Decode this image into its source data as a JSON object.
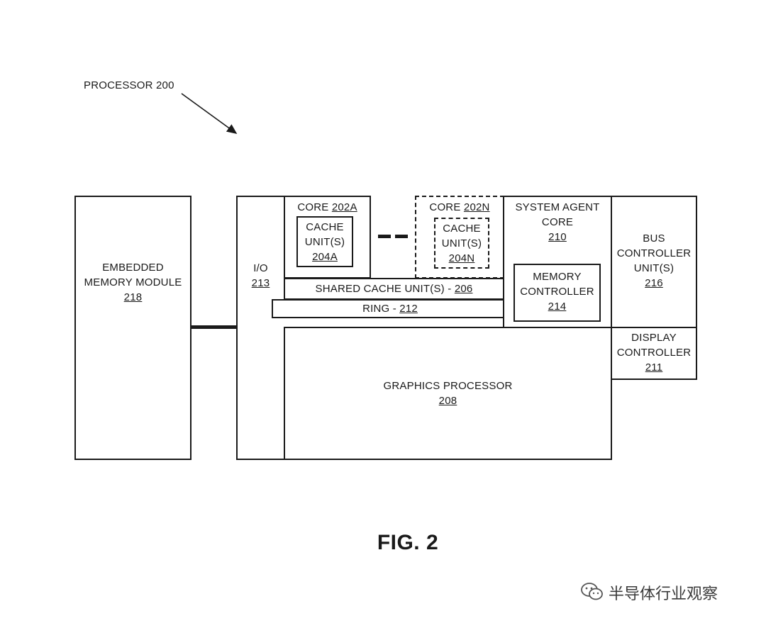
{
  "processor_label": "PROCESSOR 200",
  "embedded_memory": {
    "name_line1": "EMBEDDED",
    "name_line2": "MEMORY MODULE",
    "ref": "218"
  },
  "io": {
    "name": "I/O",
    "ref": "213"
  },
  "core_a": {
    "name": "CORE ",
    "ref": "202A",
    "cache_line1": "CACHE",
    "cache_line2": "UNIT(S)",
    "cache_ref": "204A"
  },
  "core_n": {
    "name": "CORE ",
    "ref": "202N",
    "cache_line1": "CACHE",
    "cache_line2": "UNIT(S)",
    "cache_ref": "204N"
  },
  "shared_cache": {
    "name": "SHARED CACHE UNIT(S) - ",
    "ref": "206"
  },
  "ring": {
    "name": "RING  - ",
    "ref": "212"
  },
  "system_agent": {
    "line1": "SYSTEM AGENT",
    "line2": "CORE",
    "ref": "210"
  },
  "memory_controller": {
    "line1": "MEMORY",
    "line2": "CONTROLLER",
    "ref": "214"
  },
  "bus_controller": {
    "line1": "BUS",
    "line2": "CONTROLLER",
    "line3": "UNIT(S)",
    "ref": "216"
  },
  "display_controller": {
    "line1": "DISPLAY",
    "line2": "CONTROLLER",
    "ref": "211"
  },
  "graphics": {
    "name": "GRAPHICS PROCESSOR",
    "ref": "208"
  },
  "figure_label": "FIG. 2",
  "watermark": "半导体行业观察"
}
